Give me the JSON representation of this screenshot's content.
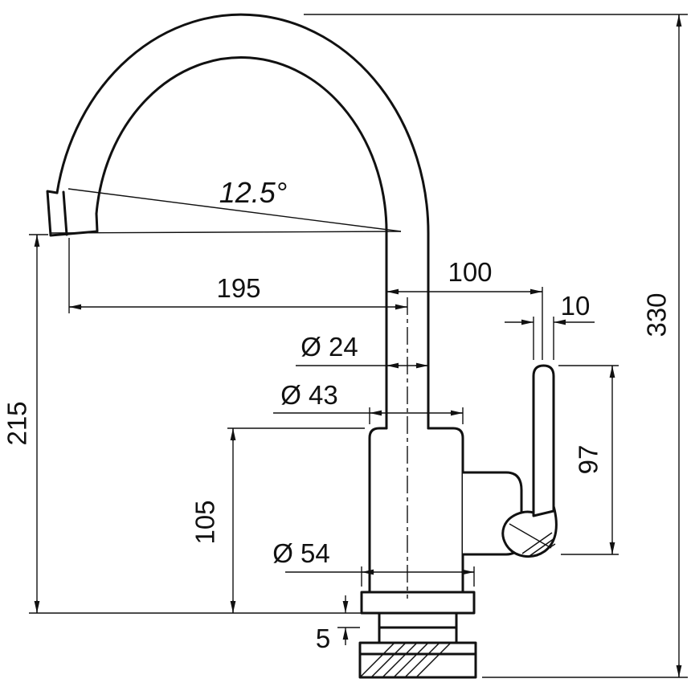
{
  "drawing": {
    "kind": "faucet-technical-dimension-drawing",
    "ink": "#111111",
    "background": "#ffffff"
  },
  "dims": {
    "total_height": "330",
    "spout_height": "215",
    "base_height": "105",
    "lever_height": "97",
    "reach": "195",
    "top_width": "100",
    "lever_thickness": "10",
    "spout_angle": "12.5°",
    "dia_spout": "Ø 24",
    "dia_body": "Ø 43",
    "dia_base": "Ø 54",
    "base_plate": "5"
  }
}
